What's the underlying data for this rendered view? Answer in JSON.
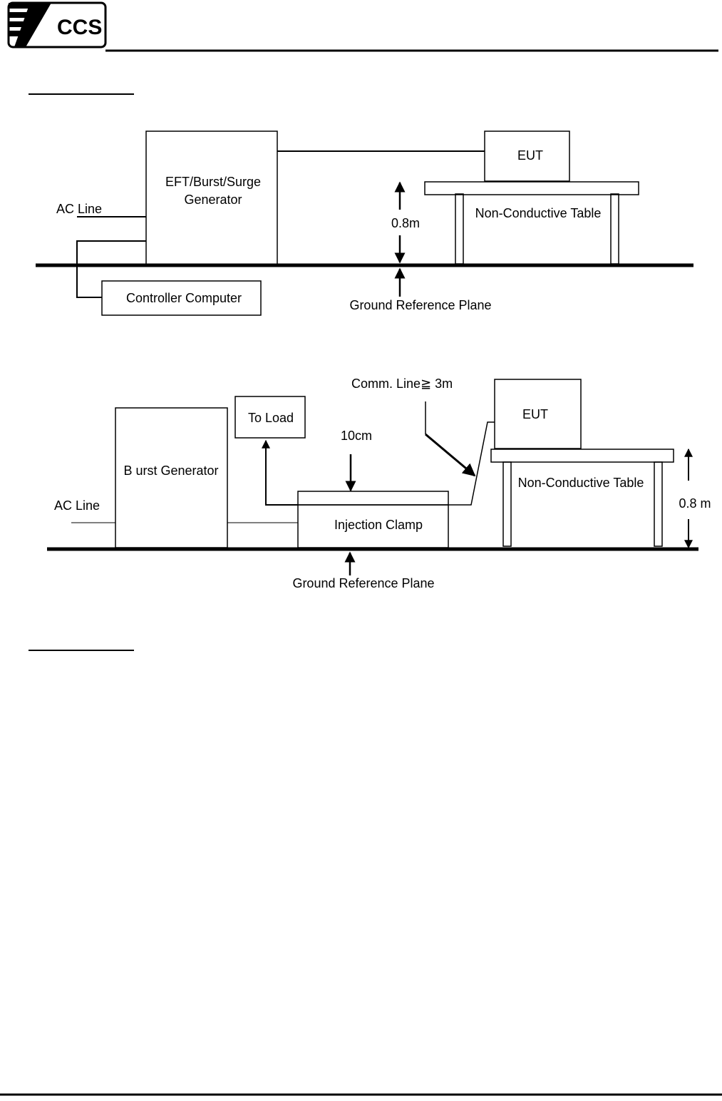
{
  "header": {
    "logo_text": "CCS"
  },
  "diagram1": {
    "generator_line1": "EFT/Burst/Surge",
    "generator_line2": "Generator",
    "eut": "EUT",
    "table": "Non-Conductive Table",
    "height": "0.8m",
    "ac_line": "AC Line",
    "controller": "Controller Computer",
    "ground": "Ground Reference Plane"
  },
  "diagram2": {
    "comm_line": "Comm. Line≧ 3m",
    "to_load": "To Load",
    "distance": "10cm",
    "eut": "EUT",
    "generator": "B urst Generator",
    "table": "Non-Conductive Table",
    "ac_line": "AC Line",
    "clamp": "Injection Clamp",
    "height": "0.8 m",
    "ground": "Ground Reference Plane"
  }
}
